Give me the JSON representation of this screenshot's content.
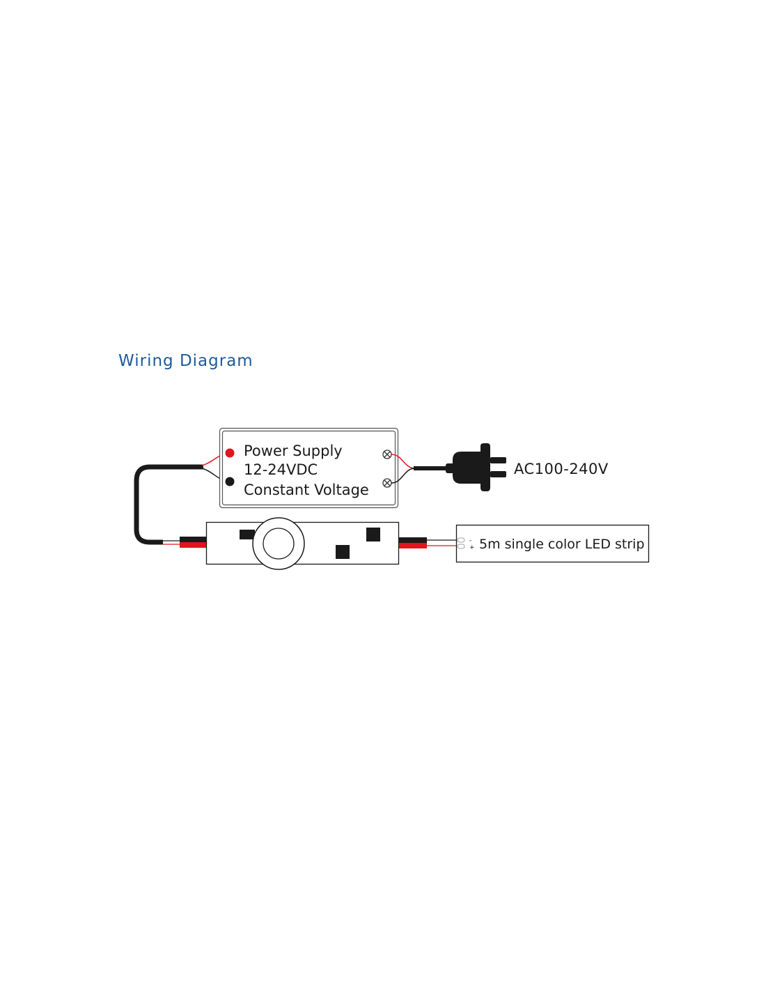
{
  "title": "Wiring Diagram",
  "colors": {
    "title": "#1f5a9a",
    "wire_red": "#e3141b",
    "wire_black": "#1a1a1a"
  },
  "power_supply": {
    "line1": "Power Supply",
    "line2": "12-24VDC",
    "line3": "Constant Voltage"
  },
  "plug": {
    "label": "AC100-240V"
  },
  "led_strip": {
    "label": "5m single color LED strip",
    "minus": "-",
    "plus": "+"
  }
}
